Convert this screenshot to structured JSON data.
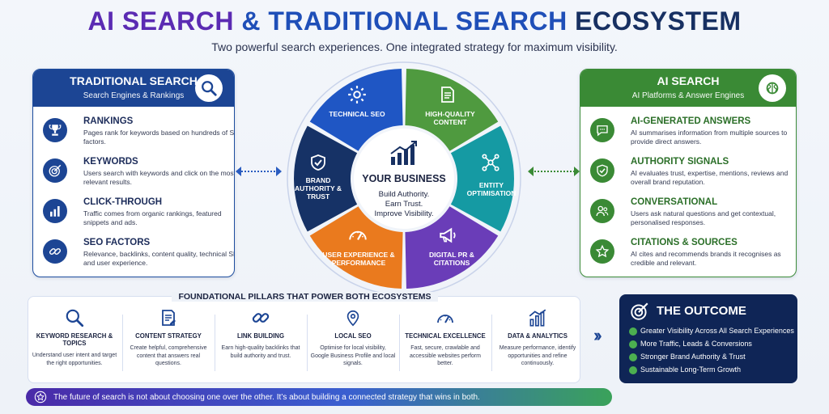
{
  "title": {
    "part1": "AI SEARCH",
    "part2": " & TRADITIONAL SEARCH ",
    "part3": "ECOSYSTEM"
  },
  "subtitle": "Two powerful search experiences. One integrated strategy for maximum visibility.",
  "left_panel": {
    "title": "TRADITIONAL SEARCH",
    "subtitle": "Search Engines & Rankings",
    "icon": "search-icon",
    "items": [
      {
        "title": "RANKINGS",
        "desc": "Pages rank for keywords based on hundreds of SEO factors.",
        "icon": "trophy-icon"
      },
      {
        "title": "KEYWORDS",
        "desc": "Users search with keywords and click on the most relevant results.",
        "icon": "target-icon"
      },
      {
        "title": "CLICK-THROUGH",
        "desc": "Traffic comes from organic rankings, featured snippets and ads.",
        "icon": "bar-chart-icon"
      },
      {
        "title": "SEO FACTORS",
        "desc": "Relevance, backlinks, content quality, technical SEO and user experience.",
        "icon": "link-icon"
      }
    ]
  },
  "right_panel": {
    "title": "AI SEARCH",
    "subtitle": "AI Platforms & Answer Engines",
    "icon": "brain-icon",
    "items": [
      {
        "title": "AI-GENERATED ANSWERS",
        "desc": "AI summarises information from multiple sources to provide direct answers.",
        "icon": "chat-icon"
      },
      {
        "title": "AUTHORITY SIGNALS",
        "desc": "AI evaluates trust, expertise, mentions, reviews and overall brand reputation.",
        "icon": "shield-check-icon"
      },
      {
        "title": "CONVERSATIONAL",
        "desc": "Users ask natural questions and get contextual, personalised responses.",
        "icon": "users-icon"
      },
      {
        "title": "CITATIONS & SOURCES",
        "desc": "AI cites and recommends brands it recognises as credible and relevant.",
        "icon": "star-icon"
      }
    ]
  },
  "wheel": {
    "center_title": "YOUR BUSINESS",
    "center_lines": [
      "Build Authority.",
      "Earn Trust.",
      "Improve Visibility."
    ],
    "segments": [
      {
        "label": "TECHNICAL SEO",
        "color": "#1f56c4",
        "icon": "gear-icon"
      },
      {
        "label": "HIGH-QUALITY CONTENT",
        "color": "#4f9a3f",
        "icon": "document-icon"
      },
      {
        "label": "ENTITY OPTIMISATION",
        "color": "#159aa3",
        "icon": "network-icon"
      },
      {
        "label": "DIGITAL PR & CITATIONS",
        "color": "#6a3db8",
        "icon": "megaphone-icon"
      },
      {
        "label": "USER EXPERIENCE & PERFORMANCE",
        "color": "#ea7a1e",
        "icon": "gauge-icon"
      },
      {
        "label": "BRAND AUTHORITY & TRUST",
        "color": "#163266",
        "icon": "shield-check-icon"
      }
    ]
  },
  "pillars": {
    "title": "FOUNDATIONAL PILLARS THAT POWER BOTH ECOSYSTEMS",
    "items": [
      {
        "title": "KEYWORD RESEARCH & TOPICS",
        "desc": "Understand user intent and target the right opportunities.",
        "icon": "magnifier-icon"
      },
      {
        "title": "CONTENT STRATEGY",
        "desc": "Create helpful, comprehensive content that answers real questions.",
        "icon": "edit-document-icon"
      },
      {
        "title": "LINK BUILDING",
        "desc": "Earn high-quality backlinks that build authority and trust.",
        "icon": "link-icon"
      },
      {
        "title": "LOCAL SEO",
        "desc": "Optimise for local visibility, Google Business Profile and local signals.",
        "icon": "location-pin-icon"
      },
      {
        "title": "TECHNICAL EXCELLENCE",
        "desc": "Fast, secure, crawlable and accessible websites perform better.",
        "icon": "speedometer-icon"
      },
      {
        "title": "DATA & ANALYTICS",
        "desc": "Measure performance, identify opportunities and refine continuously.",
        "icon": "analytics-icon"
      }
    ]
  },
  "outcome": {
    "title": "THE OUTCOME",
    "icon": "target-icon",
    "items": [
      "Greater Visibility Across All Search Experiences",
      "More Traffic, Leads & Conversions",
      "Stronger Brand Authority & Trust",
      "Sustainable Long-Term Growth"
    ]
  },
  "footer": {
    "text": "The future of search is not about choosing one over the other. It’s about building a connected strategy that wins in both.",
    "icon": "star-icon"
  },
  "colors": {
    "traditional": "#1c4594",
    "ai": "#3a8a35",
    "outcome_bg": "#0f2556"
  }
}
